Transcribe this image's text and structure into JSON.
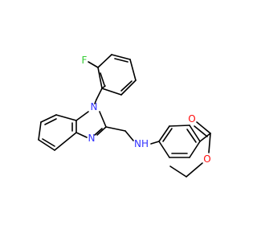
{
  "molecule": {
    "atom_labels": [
      {
        "id": "F",
        "text": "F",
        "color": "#33cc33"
      },
      {
        "id": "N1",
        "text": "N",
        "color": "#3333ff"
      },
      {
        "id": "N3",
        "text": "N",
        "color": "#3333ff"
      },
      {
        "id": "NH",
        "text": "NH",
        "color": "#3333ff"
      },
      {
        "id": "O1",
        "text": "O",
        "color": "#ff0d0d"
      },
      {
        "id": "O2",
        "text": "O",
        "color": "#ff0d0d"
      }
    ],
    "bond_color": "#000000"
  }
}
